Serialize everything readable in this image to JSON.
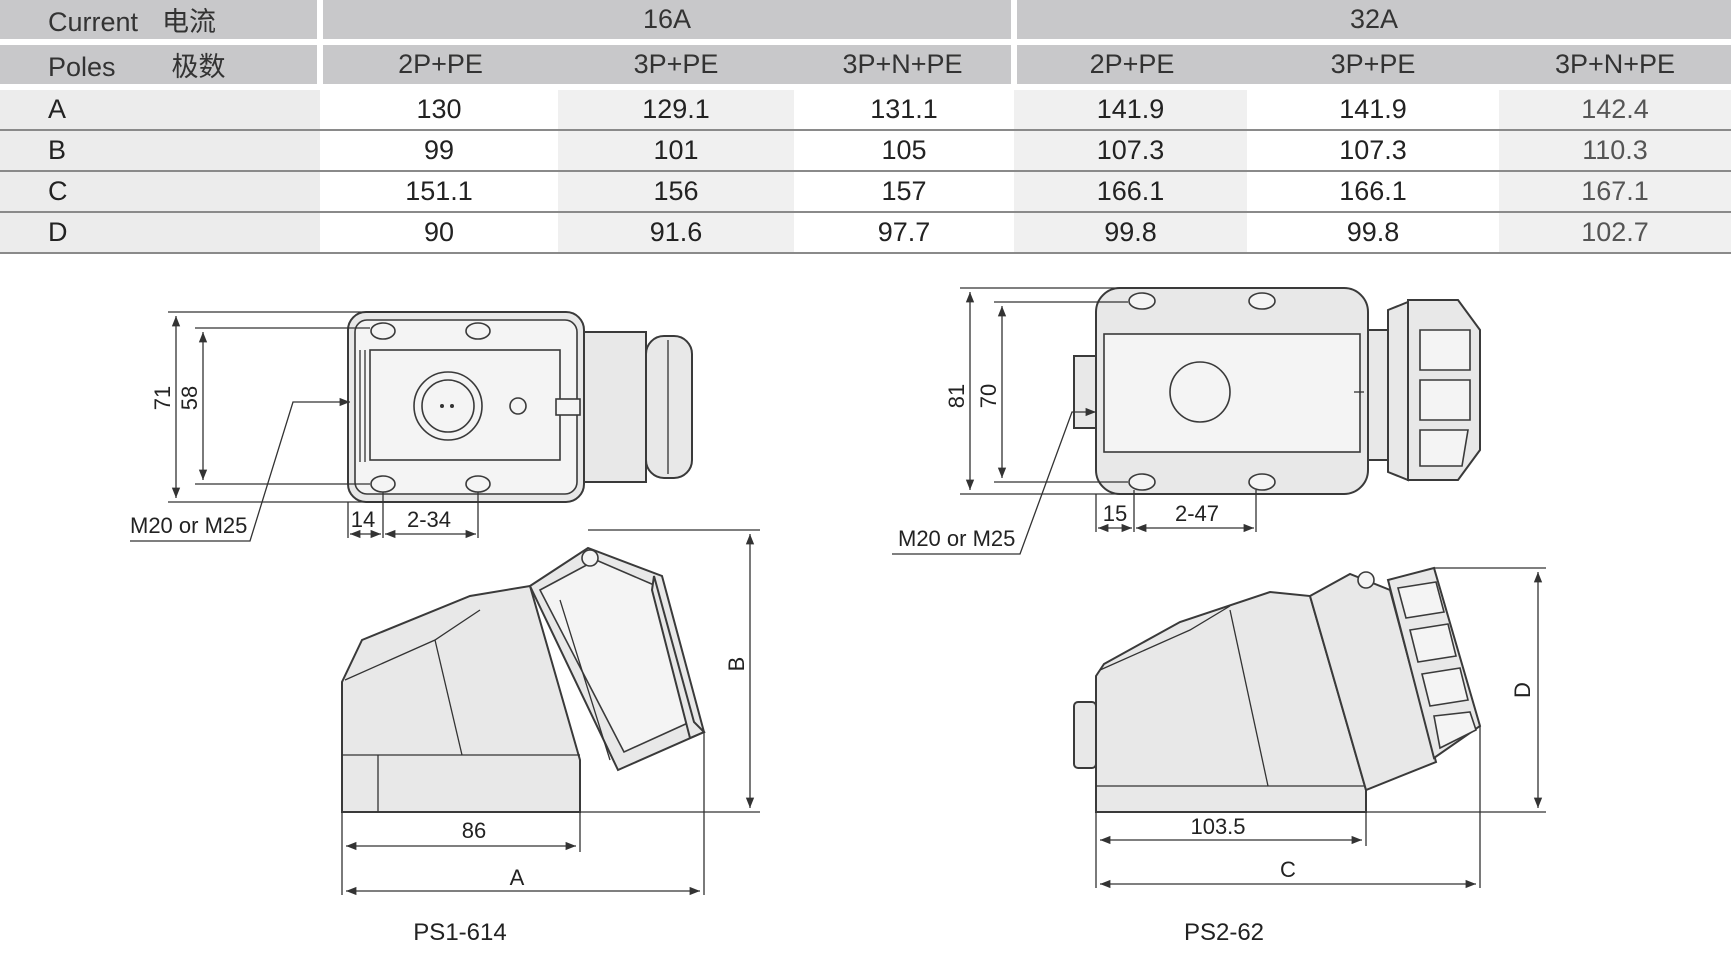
{
  "table": {
    "current_label": "Current",
    "current_label_cn": "电流",
    "poles_label": "Poles",
    "poles_label_cn": "极数",
    "groups": [
      "16A",
      "32A"
    ],
    "poles": [
      "2P+PE",
      "3P+PE",
      "3P+N+PE",
      "2P+PE",
      "3P+PE",
      "3P+N+PE"
    ],
    "rows": [
      {
        "label": "A",
        "values": [
          "130",
          "129.1",
          "131.1",
          "141.9",
          "141.9",
          "142.4"
        ]
      },
      {
        "label": "B",
        "values": [
          "99",
          "101",
          "105",
          "107.3",
          "107.3",
          "110.3"
        ]
      },
      {
        "label": "C",
        "values": [
          "151.1",
          "156",
          "157",
          "166.1",
          "166.1",
          "167.1"
        ]
      },
      {
        "label": "D",
        "values": [
          "90",
          "91.6",
          "97.7",
          "99.8",
          "99.8",
          "102.7"
        ]
      }
    ]
  },
  "drawing_left": {
    "dim_height_outer": "71",
    "dim_height_inner": "58",
    "dim_gland": "M20 or M25",
    "dim_offset": "14",
    "dim_holes": "2-34",
    "dim_b": "B",
    "dim_base": "86",
    "dim_a": "A",
    "model": "PS1-614"
  },
  "drawing_right": {
    "dim_height_outer": "81",
    "dim_height_inner": "70",
    "dim_gland": "M20 or M25",
    "dim_offset": "15",
    "dim_holes": "2-47",
    "dim_d": "D",
    "dim_base": "103.5",
    "dim_c": "C",
    "model": "PS2-62"
  }
}
